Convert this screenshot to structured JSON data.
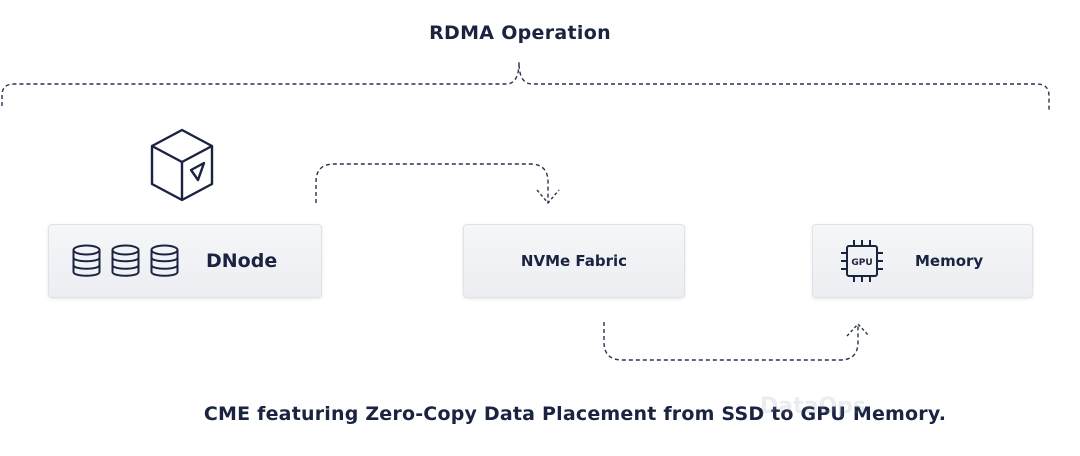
{
  "title": "RDMA Operation",
  "nodes": {
    "dnode": {
      "label": "DNode"
    },
    "fabric": {
      "label": "NVMe Fabric"
    },
    "memory": {
      "label": "Memory",
      "gpu_text": "GPU"
    }
  },
  "caption": "CME featuring Zero-Copy Data Placement from SSD to GPU Memory.",
  "watermark": "DataOps",
  "colors": {
    "text": "#1a2340",
    "line": "#2a3350",
    "box_bg": "#f0f1f4"
  }
}
